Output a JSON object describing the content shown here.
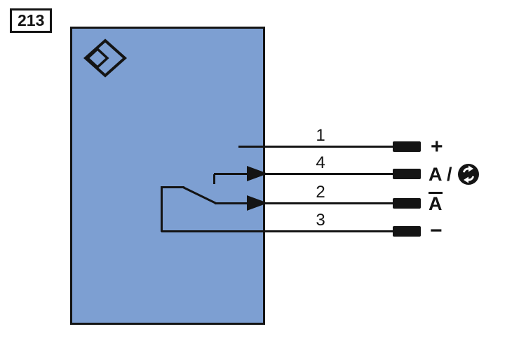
{
  "figure": {
    "number": "213"
  },
  "colors": {
    "sensor_fill": "#7d9fd2",
    "line": "#141414",
    "background": "#ffffff"
  },
  "sensor": {
    "symbol": "diamond-proximity-sensor-icon"
  },
  "wires": [
    {
      "number": "1",
      "terminal_label": "+",
      "has_output_arrow": false
    },
    {
      "number": "4",
      "terminal_label": "A /",
      "has_output_arrow": true,
      "suffix_icon": "complementary-switching-icon"
    },
    {
      "number": "2",
      "terminal_label": "A",
      "terminal_label_overline": true,
      "has_output_arrow": true
    },
    {
      "number": "3",
      "terminal_label": "−",
      "has_output_arrow": false
    }
  ]
}
